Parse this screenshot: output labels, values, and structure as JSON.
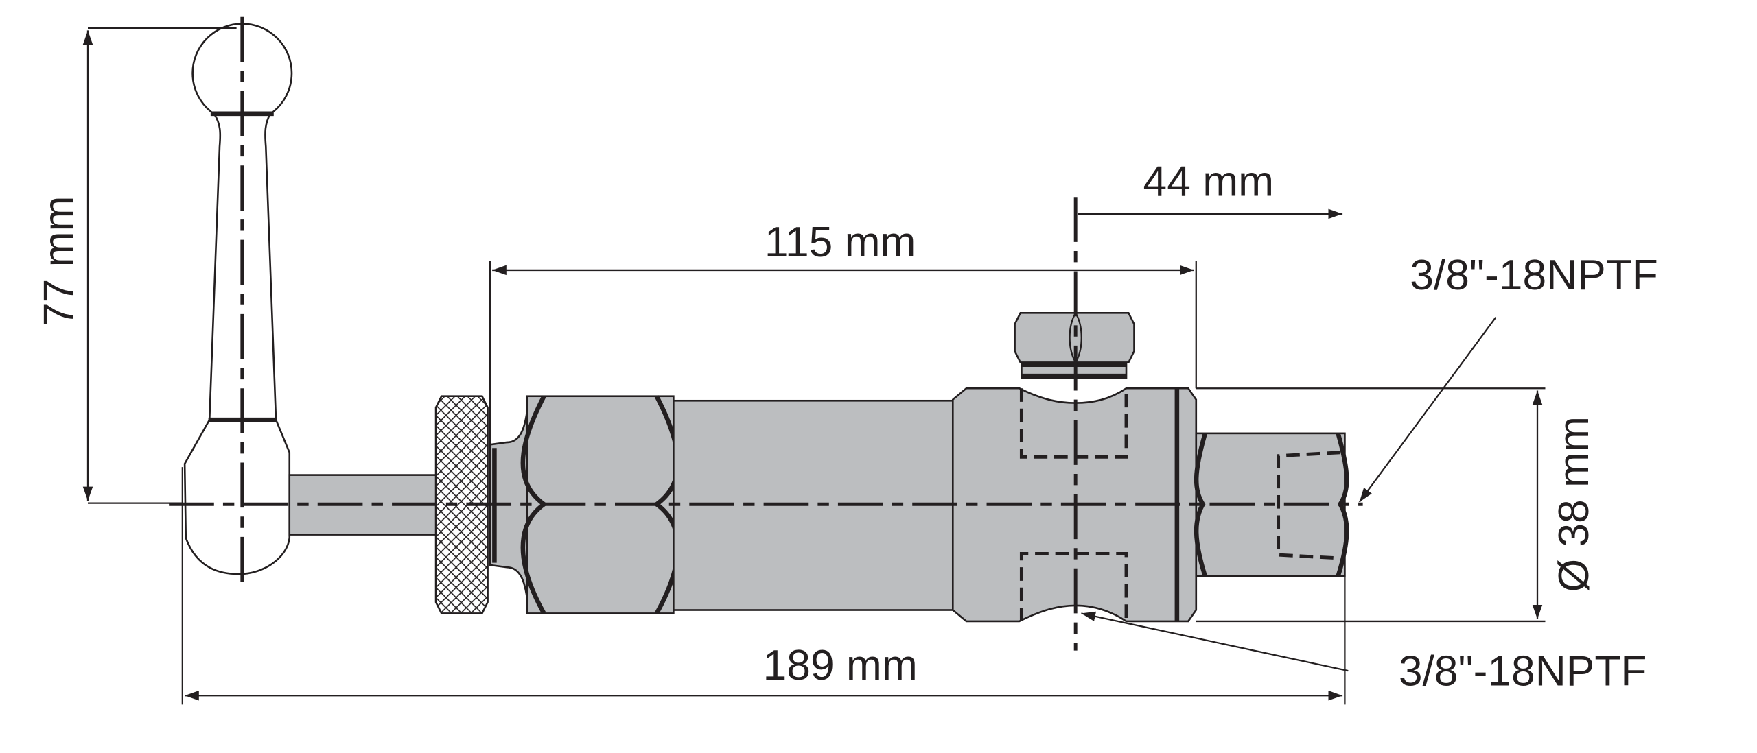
{
  "drawing": {
    "title": "Hand pump dimension drawing",
    "colors": {
      "part_fill": "#bcbec0",
      "line": "#231f20"
    },
    "dimensions": {
      "handle_height": "77 mm",
      "body_length": "115 mm",
      "port_offset": "44 mm",
      "overall_length": "189 mm",
      "diameter": "Ø 38 mm"
    },
    "callouts": {
      "outlet_thread": "3/8\"-18NPTF",
      "side_port_thread": "3/8\"-18NPTF"
    }
  }
}
